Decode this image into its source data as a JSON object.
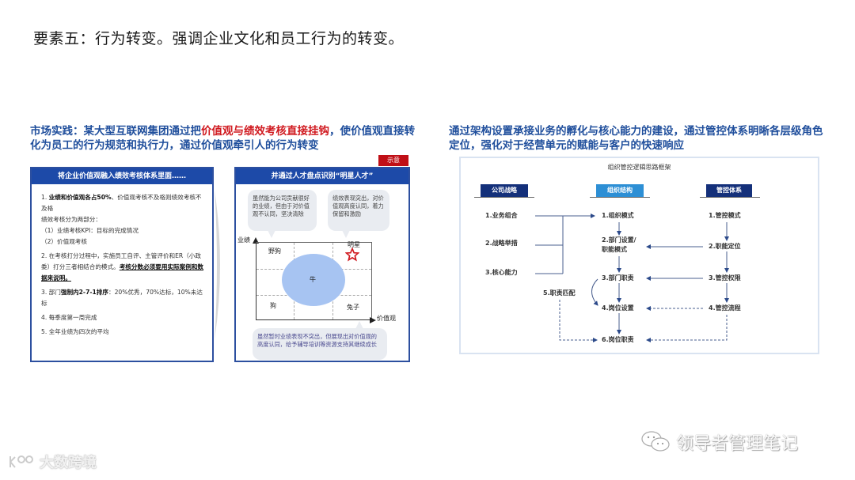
{
  "page": {
    "title": "要素五：行为转变。强调企业文化和员工行为的转变。"
  },
  "left": {
    "headline_part1": "市场实践：某大型互联网集团通过把",
    "headline_highlight": "价值观与绩效考核直接挂钩",
    "headline_part2": "，使价值观直接转化为员工的行为规范和执行力，通过价值观牵引人的行为转变",
    "badge": "示意",
    "card1": {
      "header": "将企业价值观融入绩效考核体系里面……",
      "item1_bold": "业绩和价值观各占50%",
      "item1_prefix": "1. ",
      "item1_rest": "、价值观考核不及格则绩效考核不及格",
      "item1_sub_title": "绩效考核分为两部分：",
      "item1_sub1": "（1）业绩考核KPI：目标的完成情况",
      "item1_sub2": "（2）价值观考核",
      "item2_text": "2. 在考核打分过程中，实施员工自评、主管评价和ER（小政委）打分三者相结合的模式。",
      "item2_underline": "考核分数必须要用实际案例和数据来说明。",
      "item3_prefix": "3. 部门",
      "item3_bold": "强制内2-7-1排序",
      "item3_rest": "：20%优秀，70%达标，10%未达标",
      "item4": "4. 每季度第一周完成",
      "item5": "5. 全年业绩为四次的平均"
    },
    "card2": {
      "header": "并通过人才盘点识别“明星人才”",
      "bubble_wild_dog": "虽然能为公司贡献很好的业绩，但由于对价值观不认同，坚决清除",
      "bubble_star": "绩效表现突出，对价值观高度认同，着力保留和激励",
      "bubble_ox": "虽然暂时业绩表现不突出，但展现出对价值观的高度认同，给予辅导培训等资源支持其继续成长",
      "y_axis": "业绩",
      "x_axis": "价值观",
      "cells": {
        "top_left": "野狗",
        "top_right": "明星",
        "center": "牛",
        "bottom_left": "狗",
        "bottom_right": "兔子"
      }
    }
  },
  "right": {
    "headline": "通过架构设置承接业务的孵化与核心能力的建设，通过管控体系明晰各层级角色定位，强化对于经营单元的赋能与客户的快速响应",
    "frame_title": "组织管控逻辑思路框架",
    "columns": [
      {
        "label": "公司战略",
        "color": "#14307a"
      },
      {
        "label": "组织结构",
        "color": "#2d8fd5"
      },
      {
        "label": "管控体系",
        "color": "#14307a"
      }
    ],
    "strategy_nodes": [
      "1.业务组合",
      "2.战略举措",
      "3.核心能力"
    ],
    "structure_nodes": [
      "1.组织模式",
      "2.部门设置/职能模式",
      "3.部门职责",
      "4.岗位设置",
      "6.岗位职责"
    ],
    "control_nodes": [
      "1.管控模式",
      "2.职能定位",
      "3.管控权限",
      "4.管控流程"
    ],
    "match_node": "5.职责匹配"
  },
  "watermarks": {
    "left_text": "大数跨境",
    "right_text": "领导者管理笔记"
  },
  "colors": {
    "headline_blue": "#1f4e9c",
    "highlight_red": "#d0191f",
    "card_header_blue": "#1d4aa8",
    "badge_red": "#c00f16",
    "ellipse_blue": "#a7c4f2"
  }
}
